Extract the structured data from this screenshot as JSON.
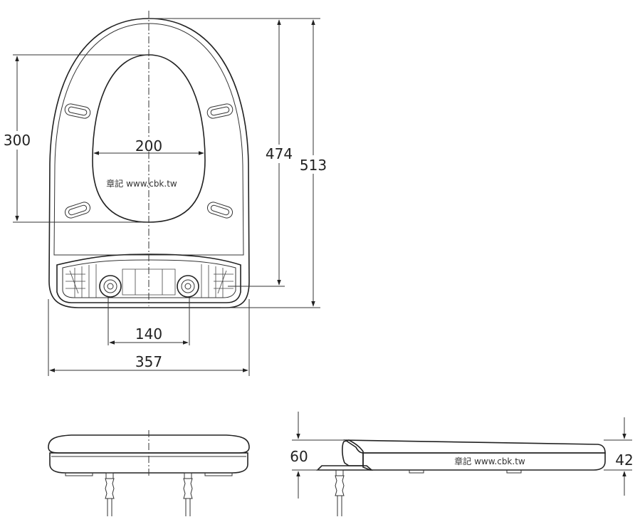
{
  "dimensions": {
    "outer_length": "513",
    "inner_length": "474",
    "opening_length": "300",
    "opening_width": "200",
    "hinge_spacing": "140",
    "overall_width": "357",
    "side_height": "60",
    "lid_height": "42"
  },
  "watermark": {
    "top": "章記 www.cbk.tw",
    "side": "章記 www.cbk.tw"
  }
}
